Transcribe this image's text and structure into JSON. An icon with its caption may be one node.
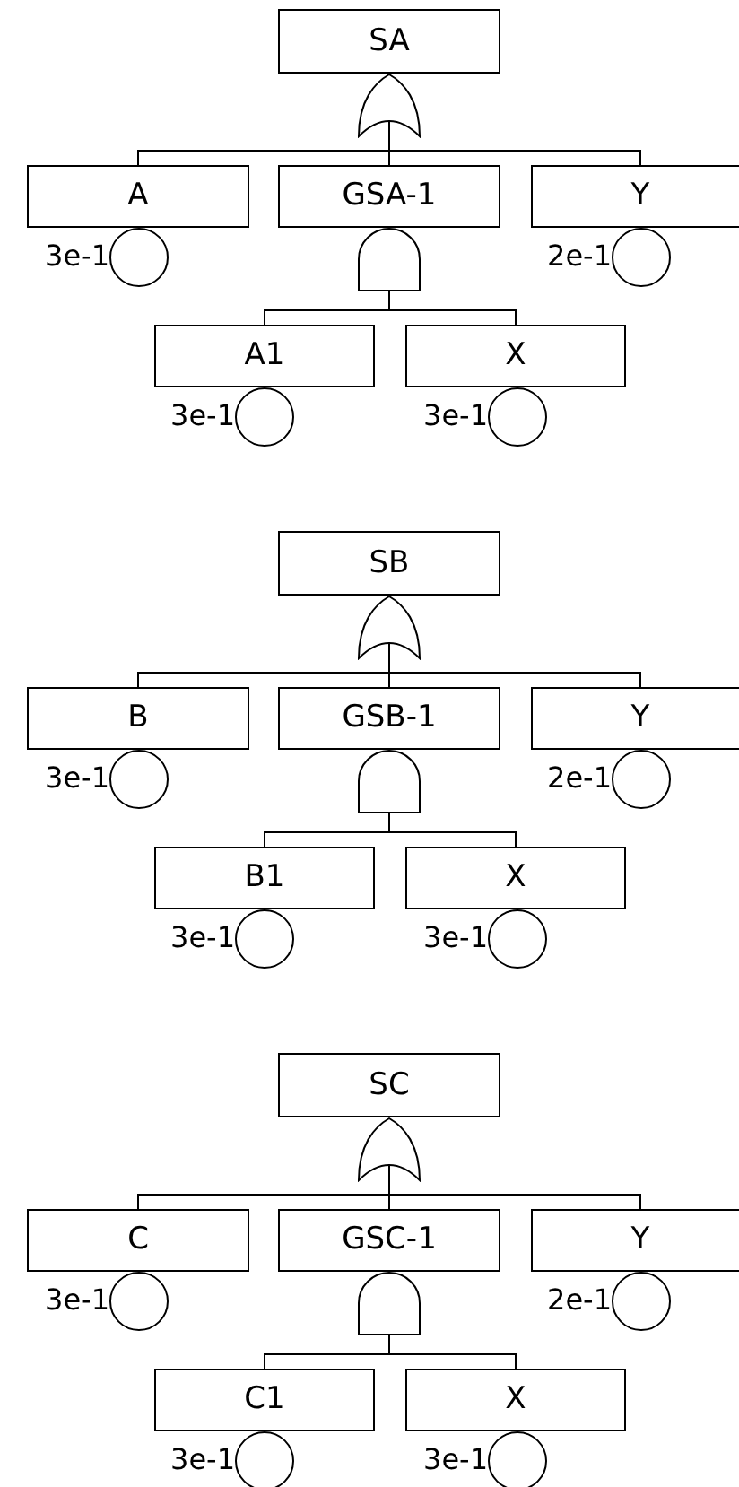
{
  "diagram": {
    "nodes": [
      {
        "text": [
          "SA"
        ]
      },
      {
        "text": [],
        "shape": "or-gate"
      },
      {
        "text": [
          "A"
        ]
      },
      {
        "text": [
          "GSA-1"
        ]
      },
      {
        "text": [
          "Y"
        ]
      },
      {
        "text": [],
        "shape": "circle",
        "beside": [
          "3e-1"
        ]
      },
      {
        "text": [],
        "shape": "and-gate"
      },
      {
        "text": [],
        "shape": "circle",
        "beside": [
          "2e-1"
        ]
      },
      {
        "text": [
          "A1"
        ]
      },
      {
        "text": [
          "X"
        ]
      },
      {
        "text": [],
        "shape": "circle",
        "beside": [
          "3e-1"
        ]
      },
      {
        "text": [],
        "shape": "circle",
        "beside": [
          "3e-1"
        ]
      },
      {
        "text": [
          "SB"
        ]
      },
      {
        "text": [],
        "shape": "or-gate"
      },
      {
        "text": [
          "B"
        ]
      },
      {
        "text": [
          "GSB-1"
        ]
      },
      {
        "text": [
          "Y"
        ]
      },
      {
        "text": [],
        "shape": "circle",
        "beside": [
          "3e-1"
        ]
      },
      {
        "text": [],
        "shape": "and-gate"
      },
      {
        "text": [],
        "shape": "circle",
        "beside": [
          "2e-1"
        ]
      },
      {
        "text": [
          "B1"
        ]
      },
      {
        "text": [
          "X"
        ]
      },
      {
        "text": [],
        "shape": "circle",
        "beside": [
          "3e-1"
        ]
      },
      {
        "text": [],
        "shape": "circle",
        "beside": [
          "3e-1"
        ]
      },
      {
        "text": [
          "SC"
        ]
      },
      {
        "text": [],
        "shape": "or-gate"
      },
      {
        "text": [
          "C"
        ]
      },
      {
        "text": [
          "GSC-1"
        ]
      },
      {
        "text": [
          "Y"
        ]
      },
      {
        "text": [],
        "shape": "circle",
        "beside": [
          "3e-1"
        ]
      },
      {
        "text": [],
        "shape": "and-gate"
      },
      {
        "text": [],
        "shape": "circle",
        "beside": [
          "2e-1"
        ]
      },
      {
        "text": [
          "C1"
        ]
      },
      {
        "text": [
          "X"
        ]
      },
      {
        "text": [],
        "shape": "circle",
        "beside": [
          "3e-1"
        ]
      },
      {
        "text": [],
        "shape": "circle",
        "beside": [
          "3e-1"
        ]
      }
    ],
    "edges": [
      {
        "from": 1,
        "to": 2,
        "arrow": "none"
      },
      {
        "from": 1,
        "to": 3,
        "arrow": "none"
      },
      {
        "from": 1,
        "to": 4,
        "arrow": "none"
      },
      {
        "from": 6,
        "to": 8,
        "arrow": "none"
      },
      {
        "from": 6,
        "to": 9,
        "arrow": "none"
      },
      {
        "from": 13,
        "to": 14,
        "arrow": "none"
      },
      {
        "from": 13,
        "to": 15,
        "arrow": "none"
      },
      {
        "from": 13,
        "to": 16,
        "arrow": "none"
      },
      {
        "from": 18,
        "to": 20,
        "arrow": "none"
      },
      {
        "from": 18,
        "to": 21,
        "arrow": "none"
      },
      {
        "from": 25,
        "to": 26,
        "arrow": "none"
      },
      {
        "from": 25,
        "to": 27,
        "arrow": "none"
      },
      {
        "from": 25,
        "to": 28,
        "arrow": "none"
      },
      {
        "from": 30,
        "to": 32,
        "arrow": "none"
      },
      {
        "from": 30,
        "to": 33,
        "arrow": "none"
      }
    ]
  }
}
